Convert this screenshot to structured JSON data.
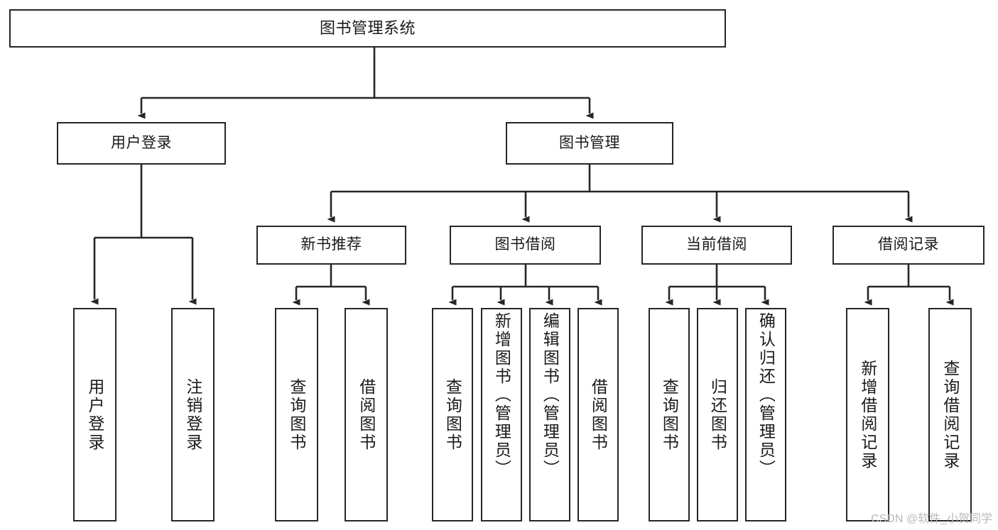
{
  "diagram": {
    "title": "图书管理系统",
    "type": "hierarchy-tree",
    "root": {
      "id": "root",
      "label": "图书管理系统"
    },
    "level2": [
      {
        "id": "user-login",
        "label": "用户登录"
      },
      {
        "id": "book-manage",
        "label": "图书管理"
      }
    ],
    "level3": [
      {
        "id": "new-book-rec",
        "label": "新书推荐"
      },
      {
        "id": "book-borrow",
        "label": "图书借阅"
      },
      {
        "id": "current-borrow",
        "label": "当前借阅"
      },
      {
        "id": "borrow-record",
        "label": "借阅记录"
      }
    ],
    "leaves": {
      "user_login": [
        {
          "id": "leaf-user-login",
          "label": "用户登录"
        },
        {
          "id": "leaf-logout",
          "label": "注销登录"
        }
      ],
      "new_book_rec": [
        {
          "id": "leaf-query-book-1",
          "label": "查询图书"
        },
        {
          "id": "leaf-borrow-book-1",
          "label": "借阅图书"
        }
      ],
      "book_borrow": [
        {
          "id": "leaf-query-book-2",
          "label": "查询图书"
        },
        {
          "id": "leaf-add-book",
          "label": "新增图书（管理员）"
        },
        {
          "id": "leaf-edit-book",
          "label": "编辑图书（管理员）"
        },
        {
          "id": "leaf-borrow-book-2",
          "label": "借阅图书"
        }
      ],
      "current_borrow": [
        {
          "id": "leaf-query-book-3",
          "label": "查询图书"
        },
        {
          "id": "leaf-return-book",
          "label": "归还图书"
        },
        {
          "id": "leaf-confirm-return",
          "label": "确认归还（管理员）"
        }
      ],
      "borrow_record": [
        {
          "id": "leaf-add-record",
          "label": "新增借阅记录"
        },
        {
          "id": "leaf-query-record",
          "label": "查询借阅记录"
        }
      ]
    }
  },
  "watermark": {
    "text": "CSDN @软件_小贺同学"
  },
  "colors": {
    "stroke": "#262626",
    "background": "#ffffff",
    "text": "#1a1a1a",
    "watermark": "#b9b9b9"
  }
}
